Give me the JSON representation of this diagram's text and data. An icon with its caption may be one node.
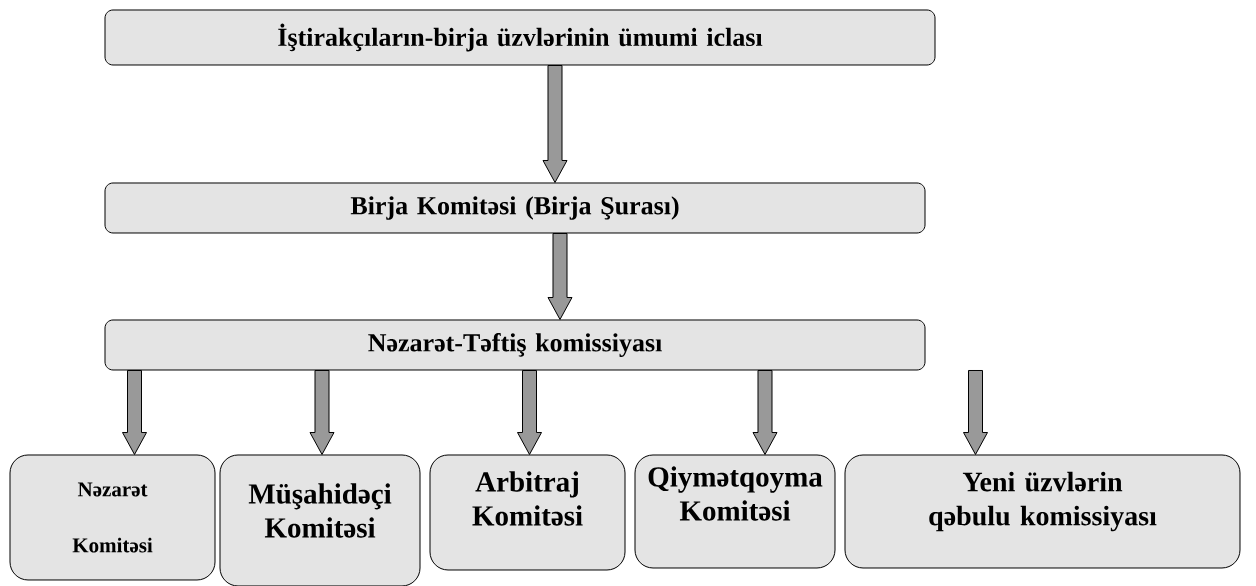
{
  "diagram": {
    "nodes": [
      {
        "text": [
          "İştirakçıların-birja üzvlərinin ümumi iclası"
        ]
      },
      {
        "text": [
          "Birja Komitəsi (Birja Şurası)"
        ]
      },
      {
        "text": [
          "Nəzarət-Təftiş komissiyası"
        ]
      },
      {
        "text": [
          "Nəzarət Komitəsi"
        ]
      },
      {
        "text": [
          "Müşahidəçi Komitəsi"
        ]
      },
      {
        "text": [
          "Arbitraj Komitəsi"
        ]
      },
      {
        "text": [
          "Qiymətqoyma Komitəsi"
        ]
      },
      {
        "text": [
          "Yeni üzvlərin qəbulu komissiyası"
        ]
      }
    ],
    "edges": [
      {
        "from": 0,
        "to": 1,
        "arrow": "to"
      },
      {
        "from": 1,
        "to": 2,
        "arrow": "to"
      },
      {
        "from": 2,
        "to": 3,
        "arrow": "to"
      },
      {
        "from": 2,
        "to": 4,
        "arrow": "to"
      },
      {
        "from": 2,
        "to": 5,
        "arrow": "to"
      },
      {
        "from": 2,
        "to": 6,
        "arrow": "to"
      },
      {
        "from": 2,
        "to": 7,
        "arrow": "to"
      }
    ]
  }
}
